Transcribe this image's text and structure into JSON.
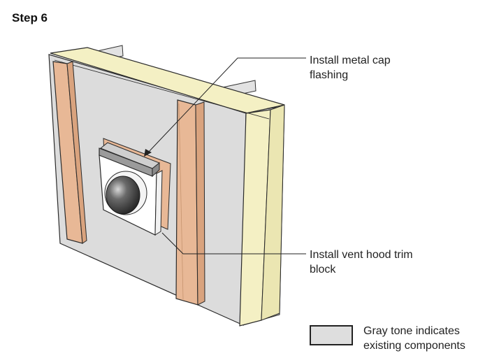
{
  "title": "Step 6",
  "callouts": {
    "cap_flashing": {
      "line1": "Install metal cap",
      "line2": "flashing"
    },
    "trim_block": {
      "line1": "Install vent hood trim",
      "line2": "block"
    }
  },
  "legend": {
    "line1": "Gray tone indicates",
    "line2": "existing components",
    "swatch_color": "#dedede"
  },
  "colors": {
    "sheathing": "#dcdcdc",
    "insulation_board": "#f4f0c4",
    "wood_strapping": "#e8b896",
    "metal_flashing": "#9b9b9b",
    "trim_block": "#ffffff",
    "vent_hood": "#3a3a3a"
  }
}
